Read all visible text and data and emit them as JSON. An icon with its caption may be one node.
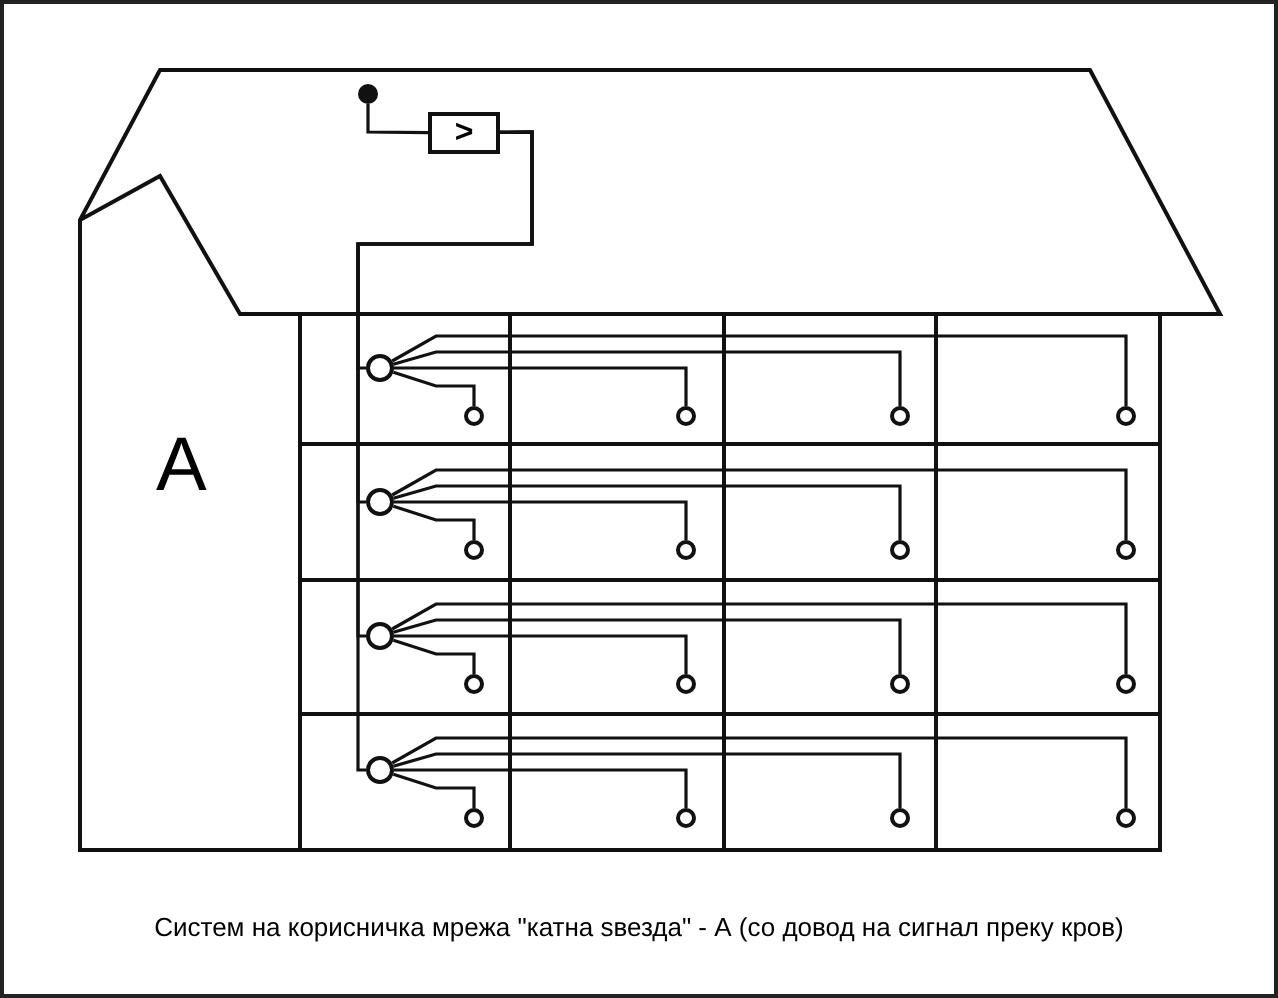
{
  "diagram": {
    "caption": "Систем на корисничка мрежа \"катна ѕвезда\" - А (со довод на сигнал преку кров)",
    "nodes": [
      {
        "text": [],
        "shape": "circle"
      },
      {
        "text": [
          ">"
        ]
      },
      {
        "text": [],
        "shape": "circle"
      },
      {
        "text": [],
        "shape": "circle"
      },
      {
        "text": [],
        "shape": "circle"
      },
      {
        "text": [],
        "shape": "circle"
      },
      {
        "text": [],
        "shape": "circle"
      },
      {
        "text": [],
        "shape": "circle"
      },
      {
        "text": [],
        "shape": "circle"
      },
      {
        "text": [],
        "shape": "circle"
      },
      {
        "text": [],
        "shape": "circle"
      },
      {
        "text": [],
        "shape": "circle"
      },
      {
        "text": [],
        "shape": "circle"
      },
      {
        "text": [],
        "shape": "circle"
      },
      {
        "text": [],
        "shape": "circle"
      },
      {
        "text": [],
        "shape": "circle"
      },
      {
        "text": [],
        "shape": "circle"
      },
      {
        "text": [],
        "shape": "circle"
      },
      {
        "text": [],
        "shape": "circle"
      },
      {
        "text": [],
        "shape": "circle"
      },
      {
        "text": [],
        "shape": "circle"
      },
      {
        "text": [],
        "shape": "circle"
      }
    ],
    "edges": [
      {
        "from": 0,
        "to": 1,
        "arrow": "none"
      },
      {
        "from": 1,
        "to": 2,
        "arrow": "none"
      },
      {
        "from": 1,
        "to": 7,
        "arrow": "none"
      },
      {
        "from": 1,
        "to": 12,
        "arrow": "none"
      },
      {
        "from": 1,
        "to": 17,
        "arrow": "none"
      },
      {
        "from": 2,
        "to": 3,
        "arrow": "none"
      },
      {
        "from": 2,
        "to": 4,
        "arrow": "none"
      },
      {
        "from": 2,
        "to": 5,
        "arrow": "none"
      },
      {
        "from": 2,
        "to": 6,
        "arrow": "none"
      },
      {
        "from": 7,
        "to": 8,
        "arrow": "none"
      },
      {
        "from": 7,
        "to": 9,
        "arrow": "none"
      },
      {
        "from": 7,
        "to": 10,
        "arrow": "none"
      },
      {
        "from": 7,
        "to": 11,
        "arrow": "none"
      },
      {
        "from": 12,
        "to": 13,
        "arrow": "none"
      },
      {
        "from": 12,
        "to": 14,
        "arrow": "none"
      },
      {
        "from": 12,
        "to": 15,
        "arrow": "none"
      },
      {
        "from": 12,
        "to": 16,
        "arrow": "none"
      },
      {
        "from": 17,
        "to": 18,
        "arrow": "none"
      },
      {
        "from": 17,
        "to": 19,
        "arrow": "none"
      },
      {
        "from": 17,
        "to": 20,
        "arrow": "none"
      },
      {
        "from": 17,
        "to": 21,
        "arrow": "none"
      }
    ],
    "labels": [
      "А"
    ]
  }
}
